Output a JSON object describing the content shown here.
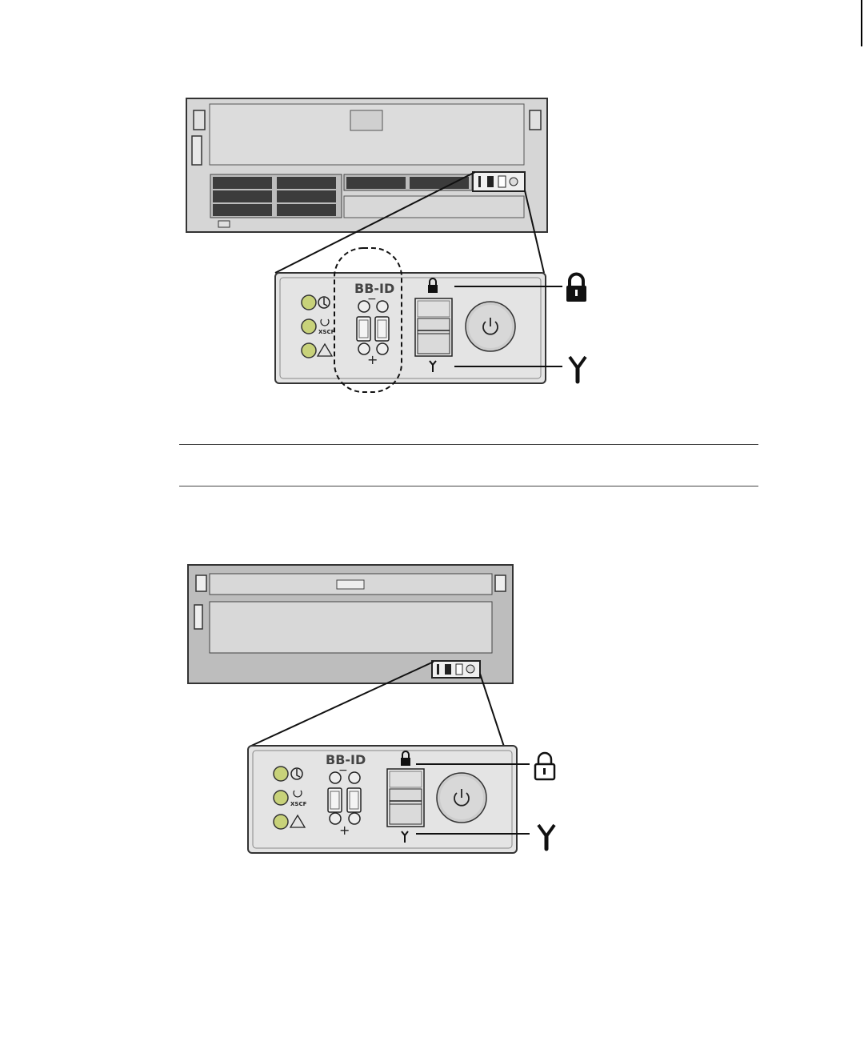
{
  "figure1": {
    "bbid_label": "BB-ID",
    "xscf_label": "XSCF",
    "minus_sign": "−",
    "plus_sign": "+"
  },
  "figure2": {
    "bbid_label": "BB-ID",
    "xscf_label": "XSCF",
    "minus_sign": "−",
    "plus_sign": "+"
  },
  "icons": {
    "lock": "lock-icon",
    "wrench": "wrench-icon",
    "power": "power-icon",
    "warning": "warning-icon",
    "status": "power-status-icon",
    "standby": "standby-icon"
  },
  "colors": {
    "chassis": "#d8d8d8",
    "panel": "#e6e6e6",
    "led": "#c8d27a",
    "outline": "#222222"
  }
}
